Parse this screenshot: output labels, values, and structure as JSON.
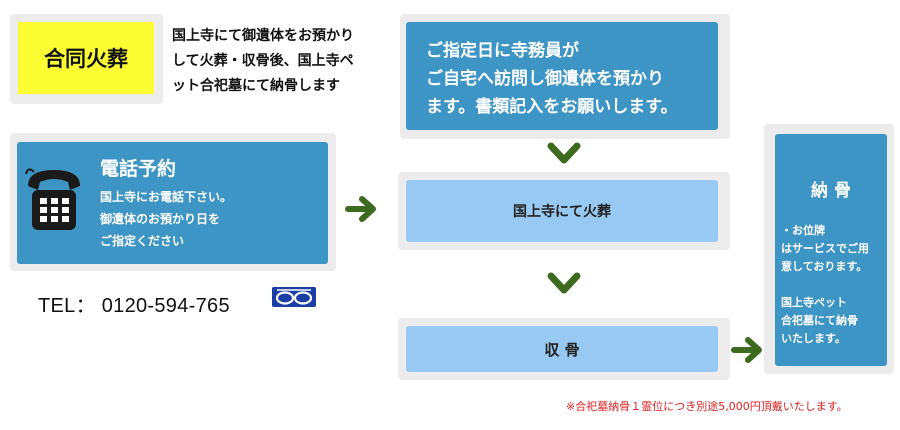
{
  "colors": {
    "blue_box": "#3d95c6",
    "light_box": "#98c9f2",
    "highlight": "#fdfd33",
    "arrow": "#3c6b1f",
    "note": "#e02020"
  },
  "group_cremation": {
    "label": "合同火葬",
    "description": [
      "国上寺にて御遺体をお預かり",
      "して火葬・収骨後、国上寺ペ",
      "ット合祀墓にて納骨します"
    ]
  },
  "reservation": {
    "icon": "telephone-icon",
    "title": "電話予約",
    "lines": [
      "国上寺にお電話下さい。",
      "御遺体のお預かり日を",
      "ご指定ください"
    ]
  },
  "tel": {
    "text": "TEL： 0120-594-765",
    "freedial_icon": "freedial-icon"
  },
  "visit": {
    "lines": [
      "ご指定日に寺務員が",
      "ご自宅へ訪問し御遺体を預かり",
      "ます。書類記入をお願いします。"
    ]
  },
  "cremation": {
    "label": "国上寺にて火葬"
  },
  "collection": {
    "label": "収 骨"
  },
  "interment": {
    "title": "納 骨",
    "lines": [
      "・お位牌",
      "はサービスでご用",
      "意しております。",
      "",
      "国上寺ペット",
      "合祀墓にて納骨",
      "いたします。"
    ]
  },
  "footnote": "※合祀墓納骨１霊位につき別途5,000円頂戴いたします。"
}
